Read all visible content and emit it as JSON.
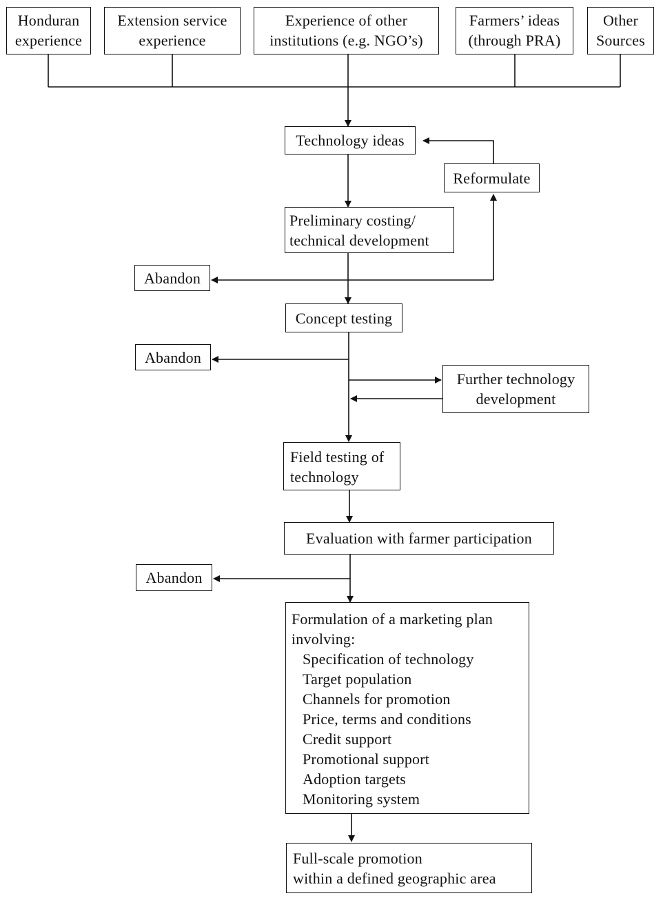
{
  "sources": {
    "honduran": [
      "Honduran",
      "experience"
    ],
    "extension": [
      "Extension service",
      "experience"
    ],
    "institutions": [
      "Experience of other",
      "institutions (e.g. NGO’s)"
    ],
    "farmers": [
      "Farmers’ ideas",
      "(through PRA)"
    ],
    "other": [
      "Other",
      "Sources"
    ]
  },
  "nodes": {
    "technology_ideas": "Technology ideas",
    "reformulate": "Reformulate",
    "preliminary": [
      "Preliminary costing/",
      "technical development"
    ],
    "abandon_1": "Abandon",
    "concept_testing": "Concept testing",
    "abandon_2": "Abandon",
    "further_dev": [
      "Further technology",
      "development"
    ],
    "field_testing": [
      "Field testing of",
      "technology"
    ],
    "evaluation": "Evaluation with farmer participation",
    "abandon_3": "Abandon",
    "marketing_plan": {
      "title": [
        "Formulation of a marketing plan",
        "involving:"
      ],
      "items": [
        "Specification of technology",
        "Target population",
        "Channels for promotion",
        "Price, terms and conditions",
        "Credit support",
        "Promotional support",
        "Adoption targets",
        "Monitoring system"
      ]
    },
    "full_scale": [
      "Full-scale promotion",
      "within a defined geographic area"
    ]
  }
}
